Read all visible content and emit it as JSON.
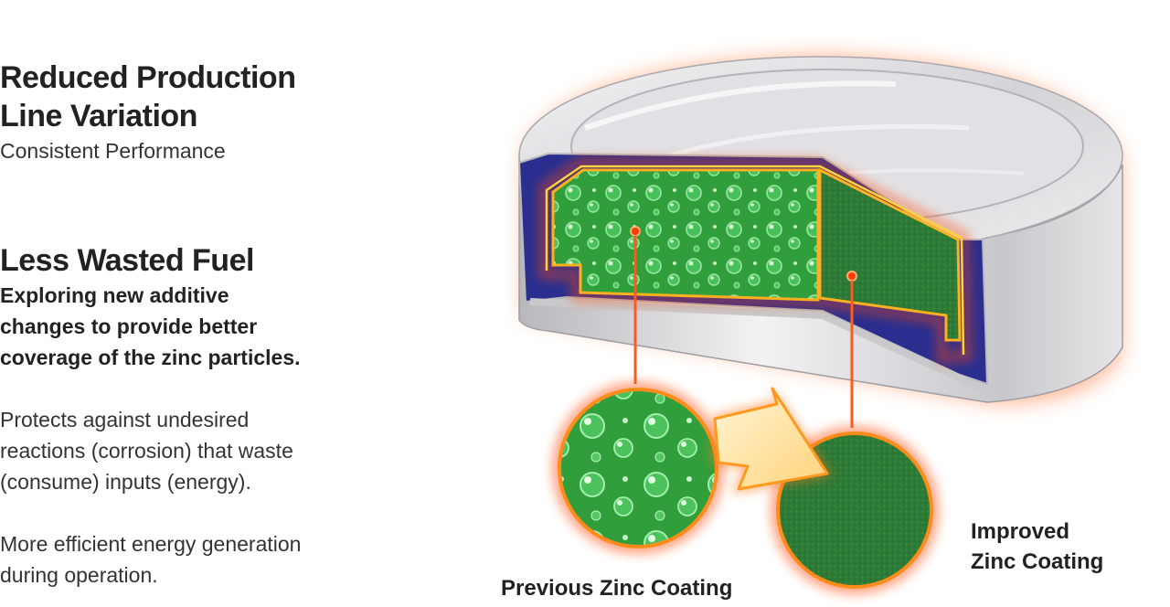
{
  "section1": {
    "title_line1": "Reduced Production",
    "title_line2": "Line Variation",
    "subtitle": "Consistent Performance"
  },
  "section2": {
    "title": "Less Wasted Fuel",
    "lead_line1": "Exploring new additive",
    "lead_line2": "changes to provide better",
    "lead_line3": "coverage of the zinc particles.",
    "para1_line1": "Protects against undesired",
    "para1_line2": "reactions (corrosion) that waste",
    "para1_line3": "(consume) inputs (energy).",
    "para2_line1": "More efficient energy generation",
    "para2_line2": "during operation."
  },
  "diagram": {
    "label_previous": "Previous Zinc Coating",
    "label_improved_line1": "Improved",
    "label_improved_line2": "Zinc Coating",
    "colors": {
      "glow": "#ff5a1e",
      "outline": "#ff8c1a",
      "zinc_green": "#2e9e3a",
      "improved_green": "#2f7d3a",
      "casing_blue": "#2a2f8f",
      "silver": "#d7d7d9"
    }
  }
}
